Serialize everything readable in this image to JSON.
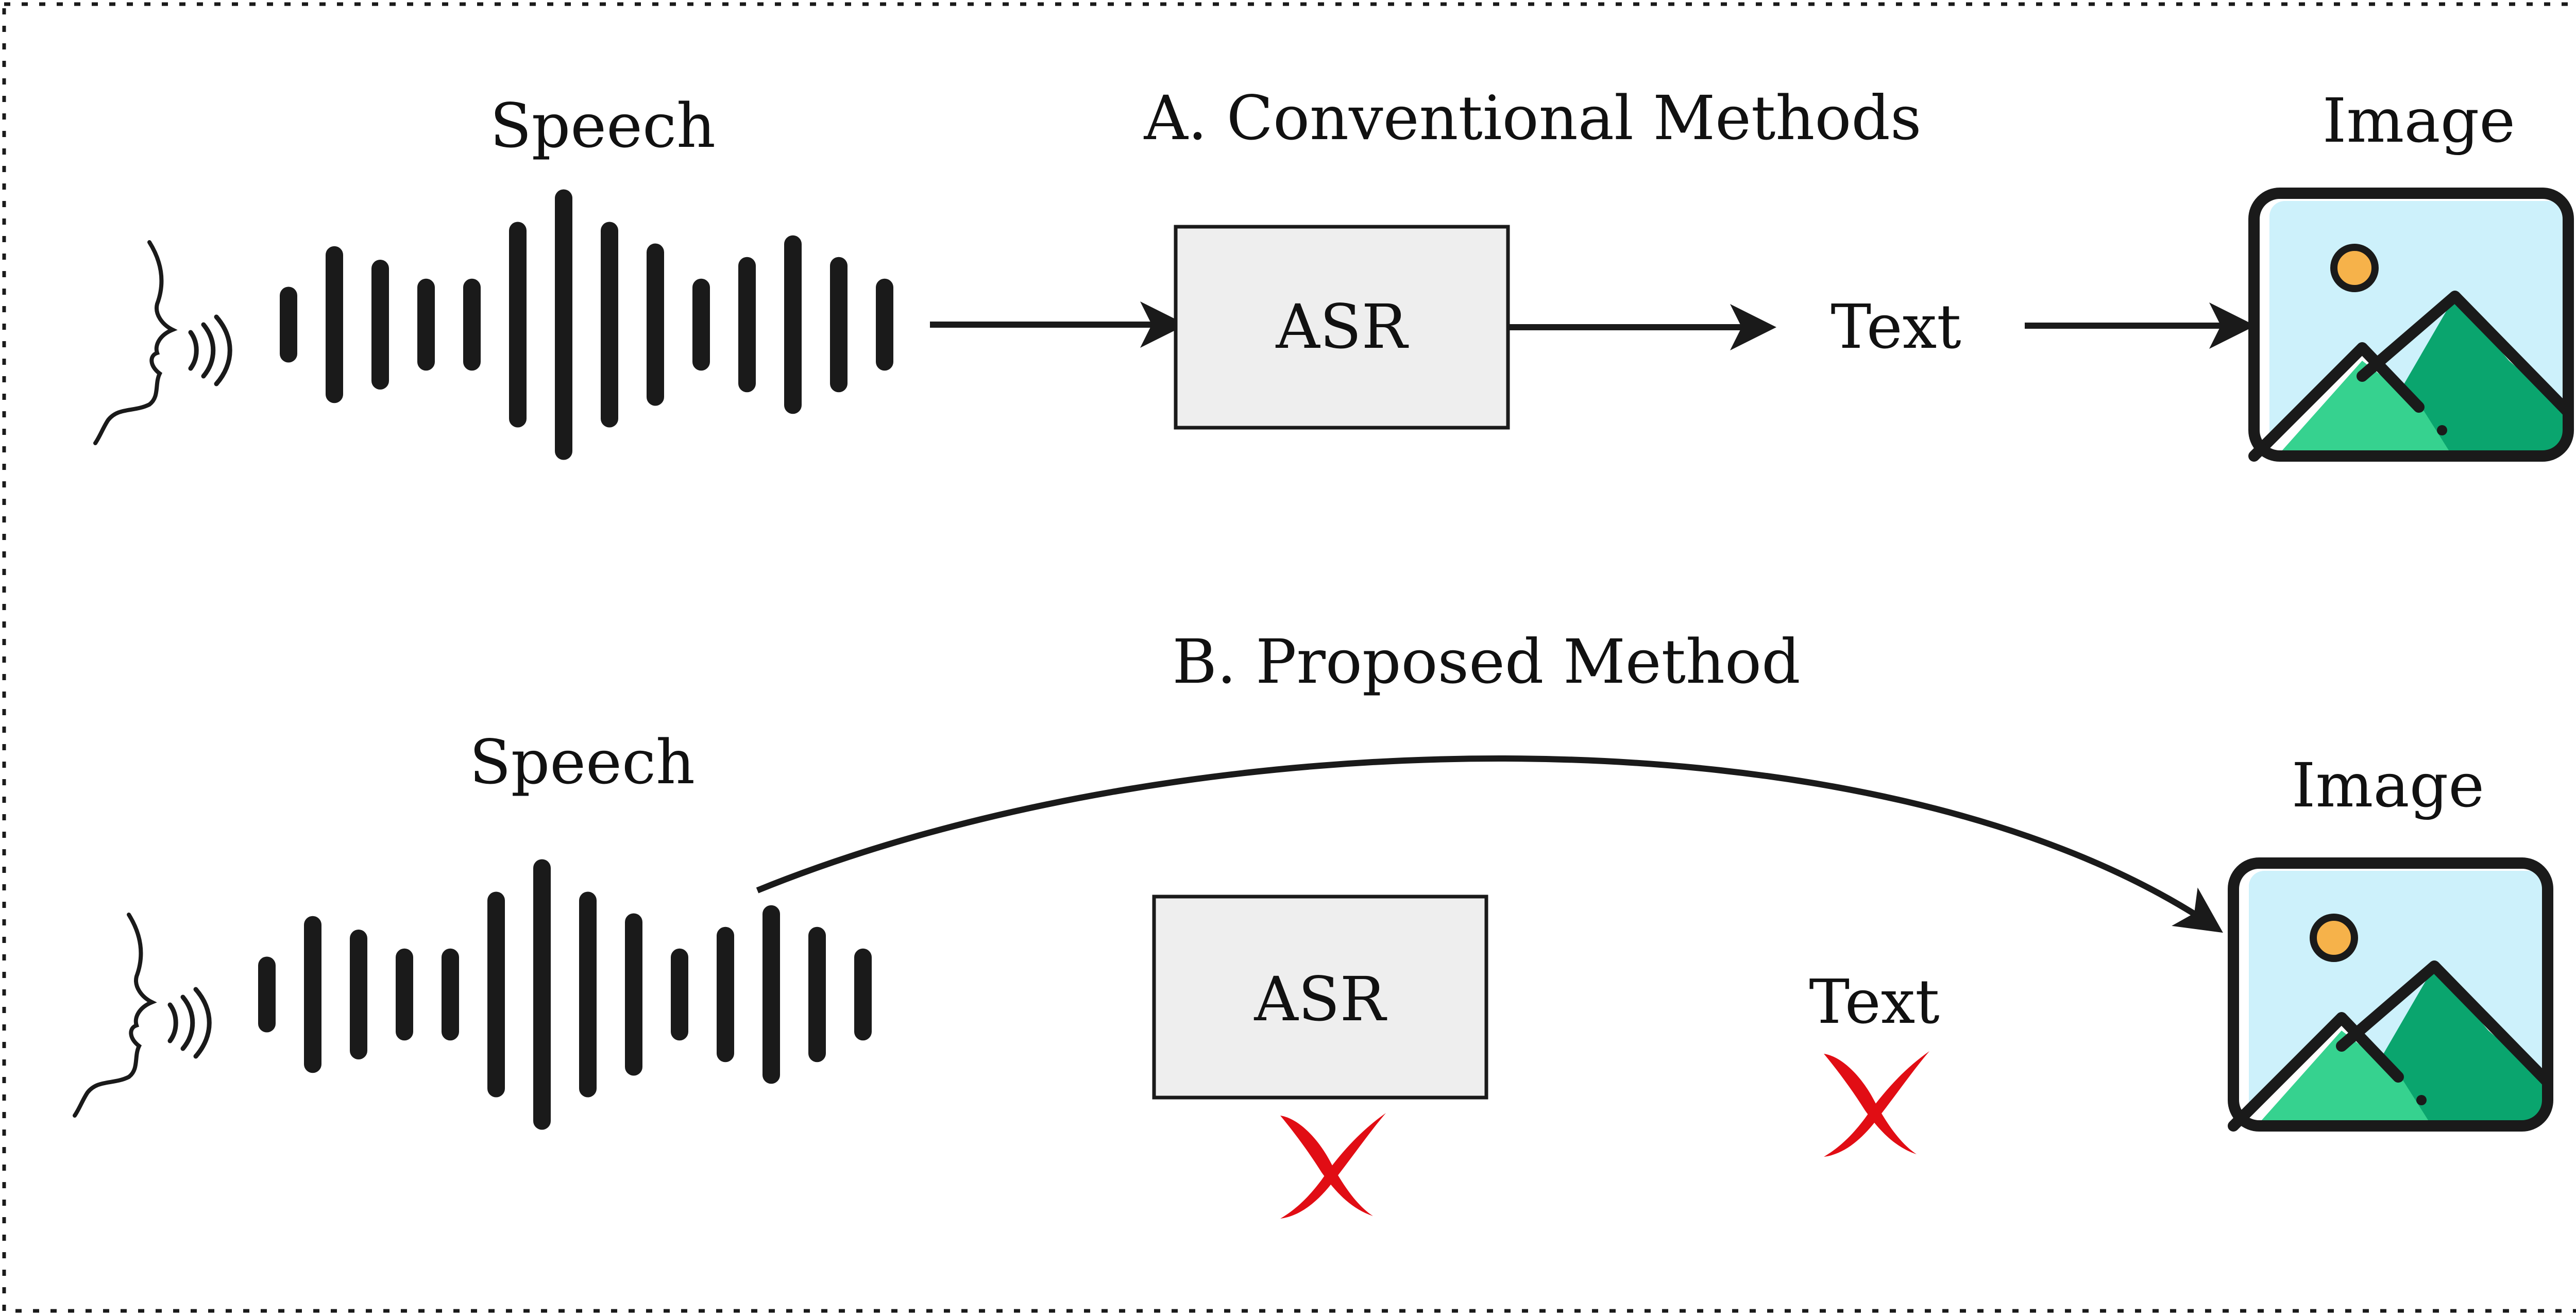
{
  "section_a": {
    "title": "A. Conventional Methods",
    "speech_label": "Speech",
    "asr_label": "ASR",
    "text_label": "Text",
    "image_label": "Image"
  },
  "section_b": {
    "title": "B. Proposed Method",
    "speech_label": "Speech",
    "asr_label": "ASR",
    "text_label": "Text",
    "image_label": "Image"
  },
  "waveform": {
    "bar_levels": [
      0.28,
      0.58,
      0.48,
      0.34,
      0.34,
      0.76,
      1.0,
      0.76,
      0.6,
      0.34,
      0.5,
      0.66,
      0.5,
      0.34
    ]
  },
  "colors": {
    "ink": "#1a1a1a",
    "asr_box_fill": "#eeeeee",
    "cross": "#e10d14",
    "image_sky": "#cdf1fb",
    "image_sun": "#f6b24a",
    "mountain_light": "#36d28f",
    "mountain_dark": "#0aa56e"
  },
  "icons": [
    "speaking-head-icon",
    "waveform-icon",
    "image-icon",
    "cross-mark-icon"
  ]
}
